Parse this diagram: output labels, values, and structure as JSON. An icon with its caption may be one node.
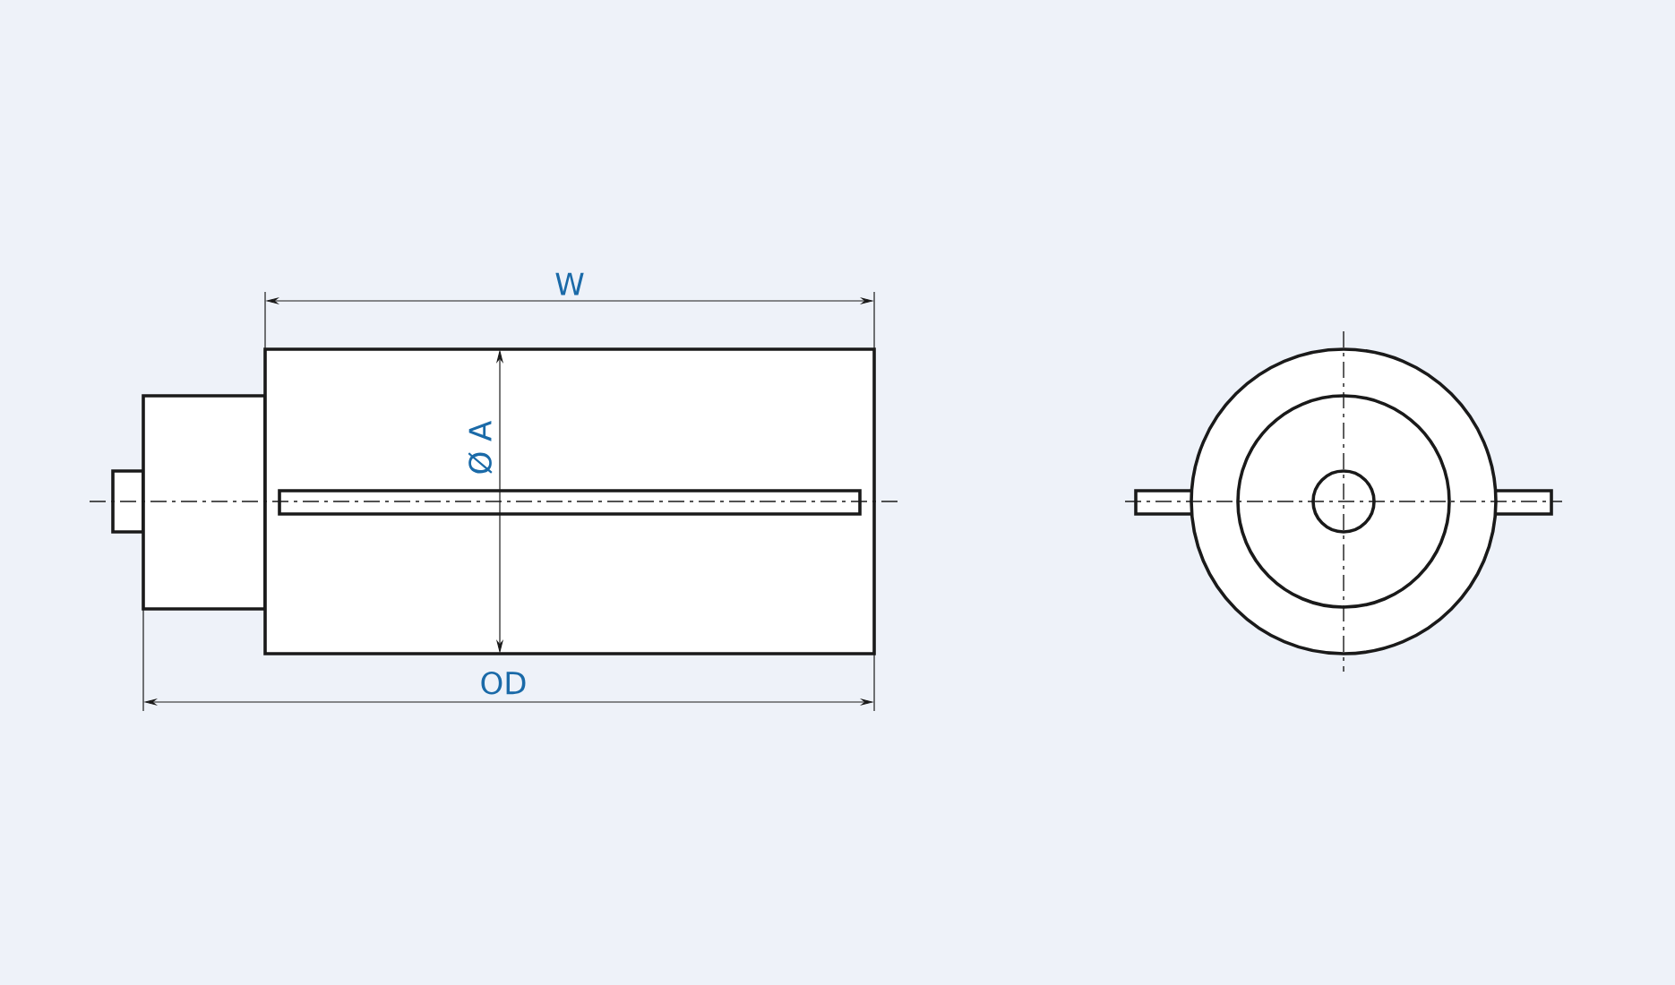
{
  "diagram": {
    "labels": [
      "W",
      "Ø A",
      "OD"
    ]
  }
}
